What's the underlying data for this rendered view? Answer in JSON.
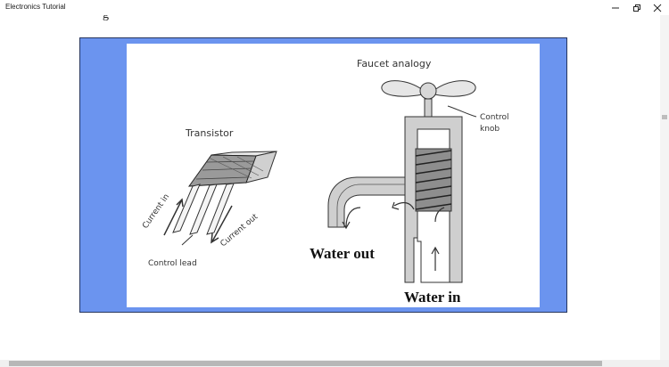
{
  "window": {
    "title": "Electronics Tutorial"
  },
  "figure": {
    "transistor_title": "Transistor",
    "current_in": "Current in",
    "current_out": "Current out",
    "control_lead": "Control lead",
    "faucet_title": "Faucet analogy",
    "control_knob_line1": "Control",
    "control_knob_line2": "knob",
    "water_out": "Water out",
    "water_in": "Water in"
  },
  "colors": {
    "frame_blue": "#6b94ef",
    "frame_border": "#26355e"
  }
}
